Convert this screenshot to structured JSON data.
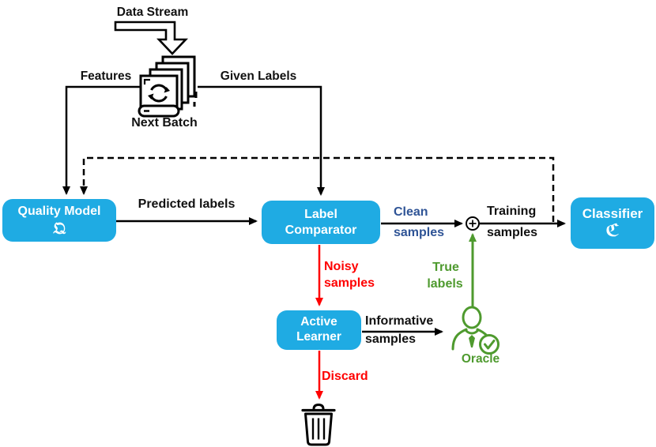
{
  "diagram": {
    "nodes": {
      "quality_model": {
        "title": "Quality Model",
        "symbol": "𝔔"
      },
      "label_comparator": {
        "title_line1": "Label",
        "title_line2": "Comparator"
      },
      "classifier": {
        "title": "Classifier",
        "symbol": "ℭ"
      },
      "active_learner": {
        "title_line1": "Active",
        "title_line2": "Learner"
      }
    },
    "labels": {
      "data_stream": "Data Stream",
      "next_batch": "Next Batch",
      "features": "Features",
      "given_labels": "Given Labels",
      "predicted_labels": "Predicted labels",
      "clean_line1": "Clean",
      "clean_line2": "samples",
      "training_line1": "Training",
      "training_line2": "samples",
      "noisy_line1": "Noisy",
      "noisy_line2": "samples",
      "true_line1": "True",
      "true_line2": "labels",
      "informative_line1": "Informative",
      "informative_line2": "samples",
      "oracle": "Oracle",
      "discard": "Discard"
    },
    "icons": {
      "sum_junction": "plus-in-circle",
      "next_batch": "document-stack-with-refresh",
      "oracle": "person-with-check",
      "discard": "trash-can",
      "data_stream": "hollow-down-arrow"
    },
    "colors": {
      "node_fill": "#1fabe3",
      "clean_text": "#2f5496",
      "noisy_text": "#ff0000",
      "green": "#4e9a2e",
      "line": "#000000"
    }
  }
}
